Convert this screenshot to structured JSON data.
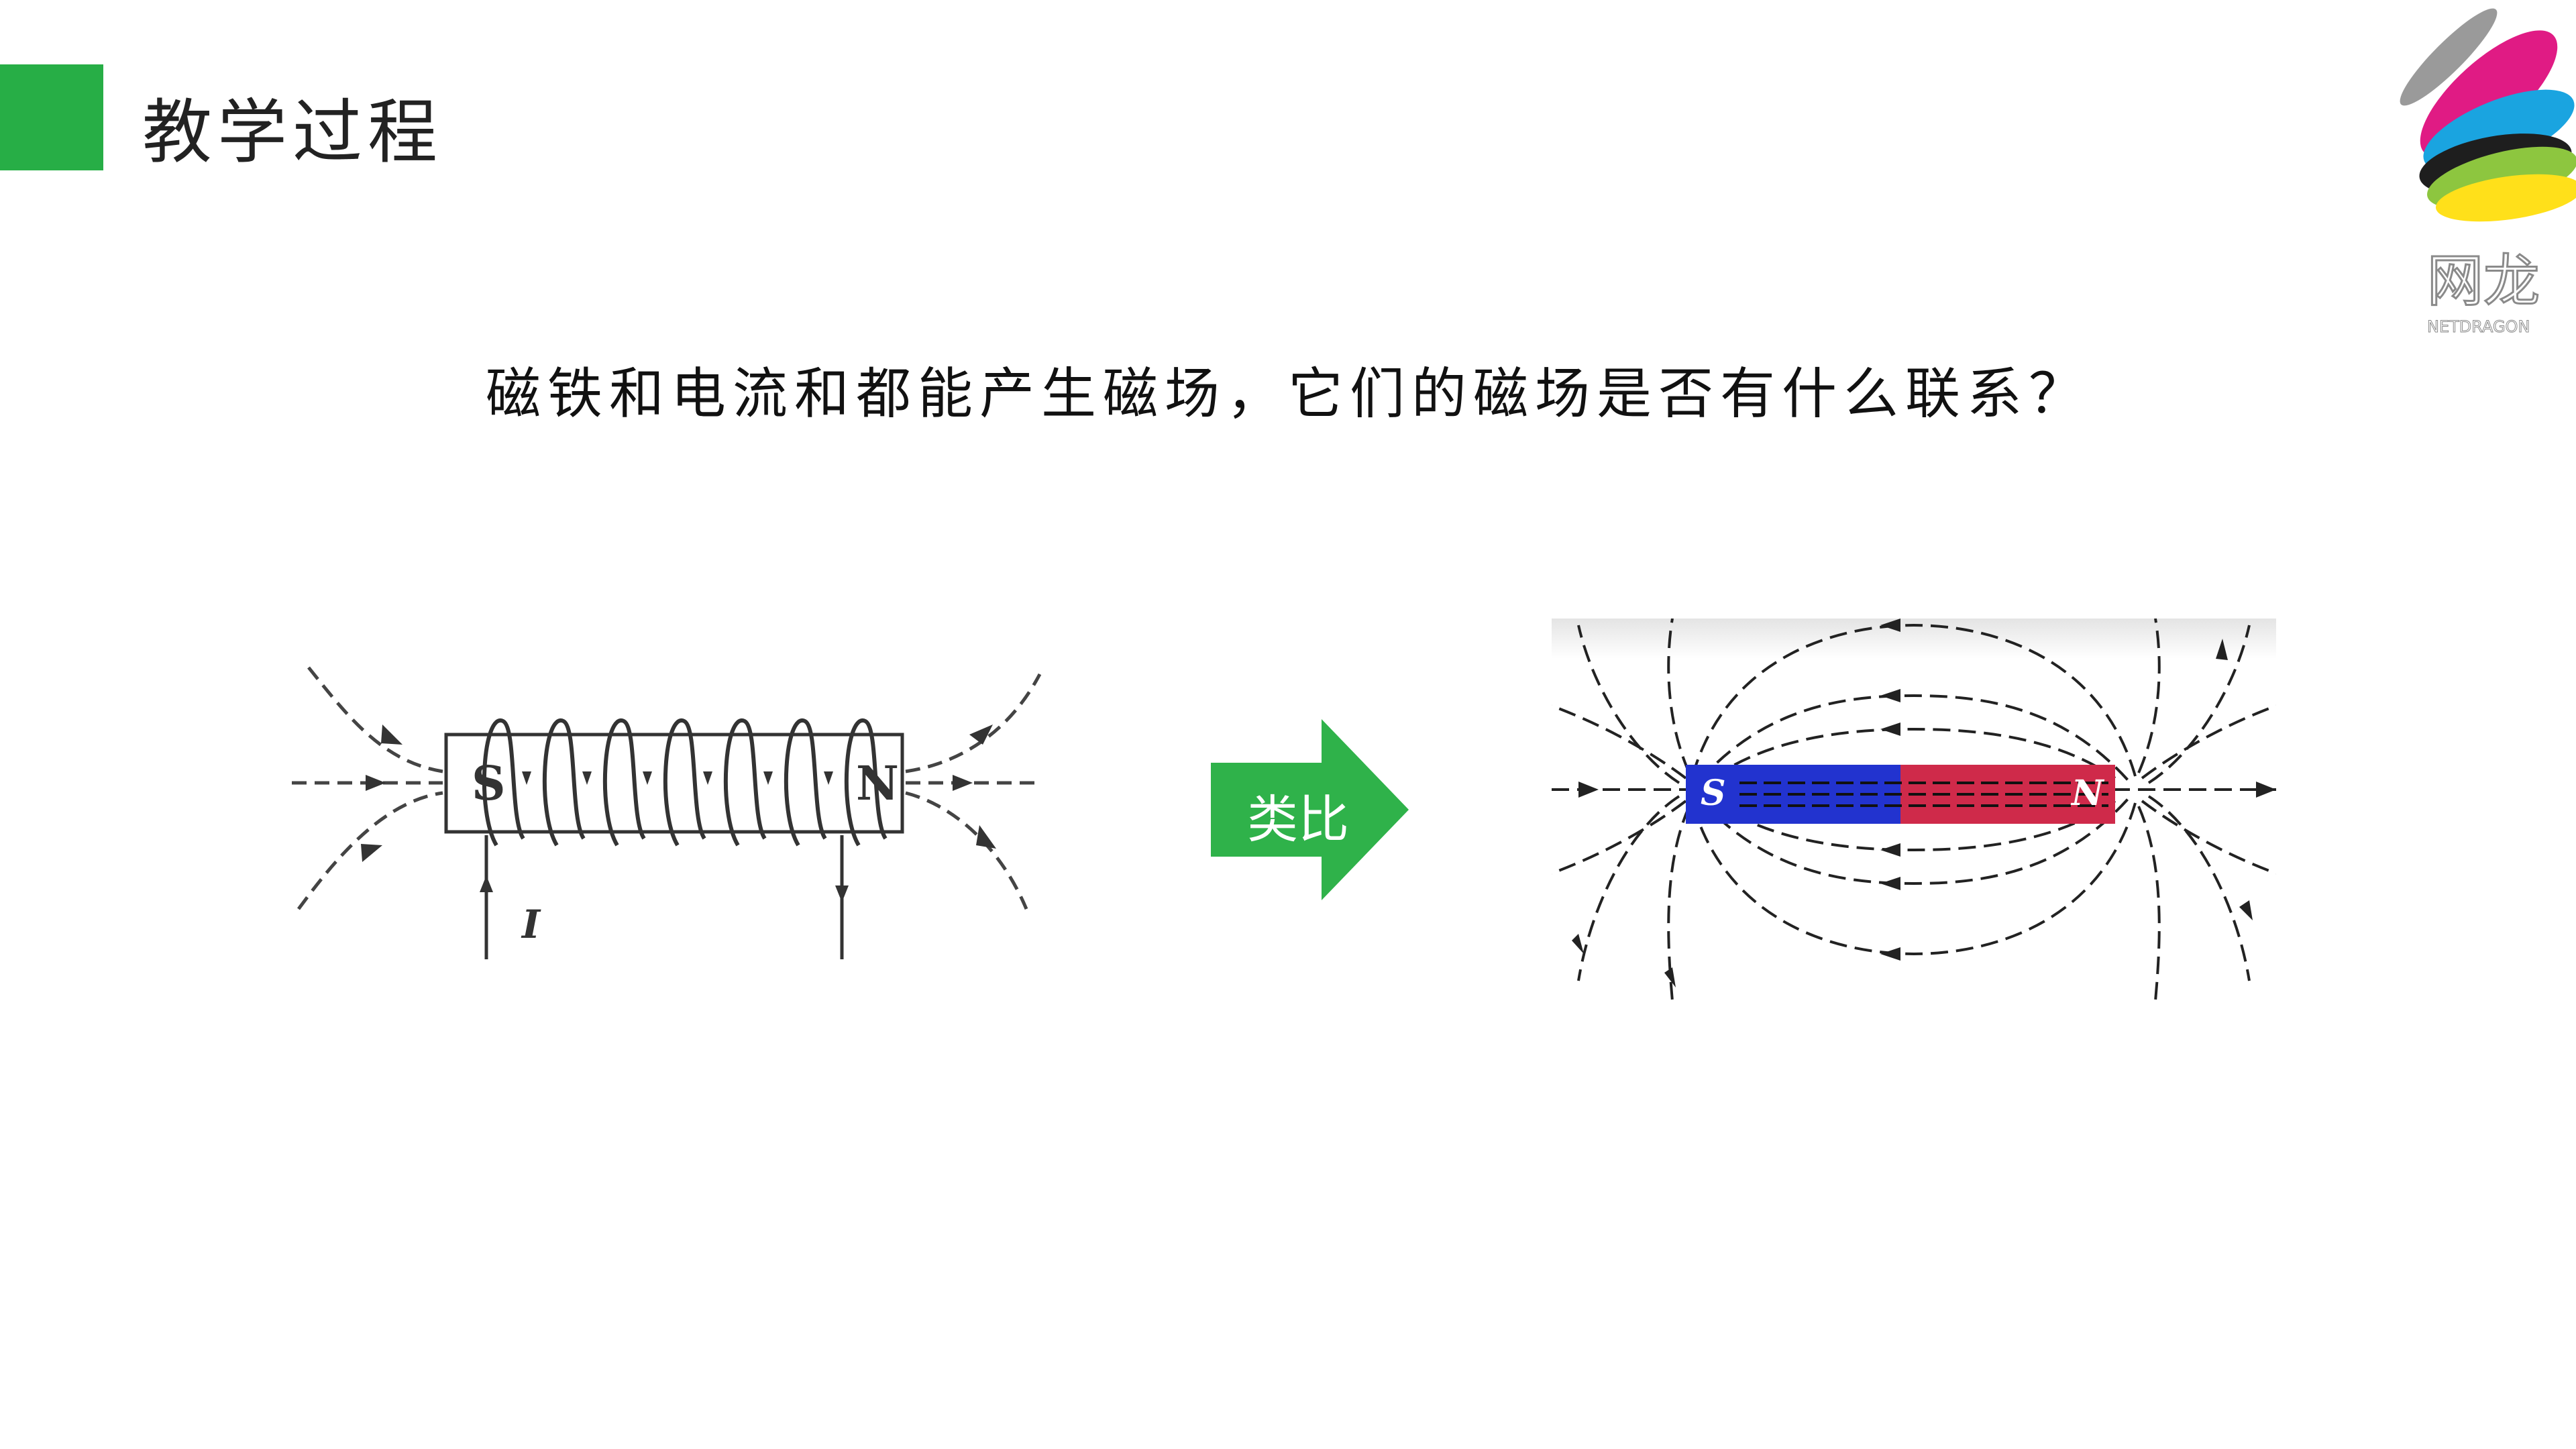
{
  "header": {
    "title": "教学过程"
  },
  "logo": {
    "name_cn": "网龙",
    "name_en": "NETDRAGON"
  },
  "question": "磁铁和电流和都能产生磁场，它们的磁场是否有什么联系？",
  "solenoid": {
    "pole_left": "S",
    "pole_right": "N",
    "current_label": "I"
  },
  "arrow": {
    "label": "类比",
    "color": "#2fb24a"
  },
  "bar_magnet": {
    "pole_left": "S",
    "pole_right": "N",
    "left_color": "#1f2fd0",
    "right_color": "#d0284a"
  },
  "colors": {
    "accent": "#27ae46"
  }
}
